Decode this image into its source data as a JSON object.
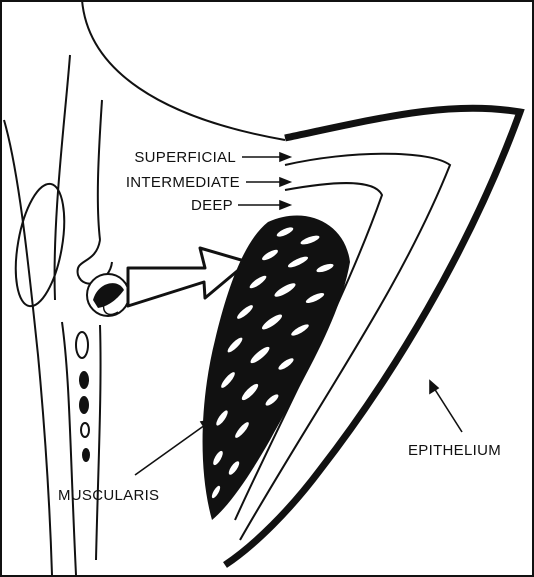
{
  "diagram": {
    "labels": {
      "superficial": "SUPERFICIAL",
      "intermediate": "INTERMEDIATE",
      "deep": "DEEP",
      "muscularis": "MUSCULARIS",
      "epithelium": "EPITHELIUM"
    },
    "colors": {
      "ink": "#111111",
      "paper": "#ffffff"
    }
  }
}
